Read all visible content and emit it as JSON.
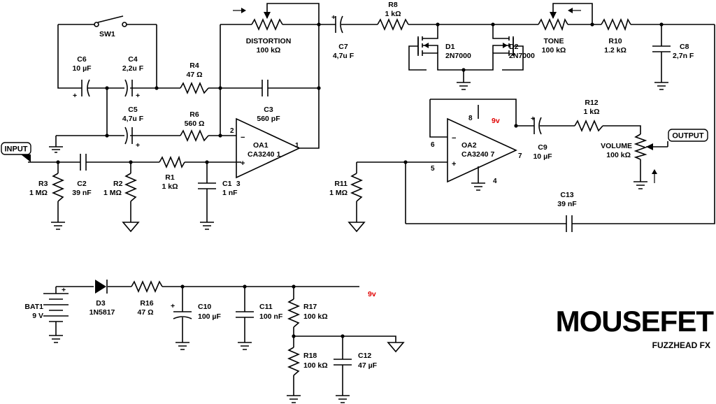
{
  "brand": {
    "title": "MOUSEFET",
    "subtitle": "FUZZHEAD FX"
  },
  "ports": {
    "input": "INPUT",
    "output": "OUTPUT"
  },
  "supply": {
    "label": "9v"
  },
  "components": {
    "sw1": "SW1",
    "c6": {
      "ref": "C6",
      "value": "10 µF"
    },
    "c4": {
      "ref": "C4",
      "value": "2,2u F"
    },
    "c5": {
      "ref": "C5",
      "value": "4,7u F"
    },
    "r4": {
      "ref": "R4",
      "value": "47 Ω"
    },
    "r6": {
      "ref": "R6",
      "value": "560 Ω"
    },
    "c3": {
      "ref": "C3",
      "value": "560 pF"
    },
    "distortion": {
      "ref": "DISTORTION",
      "value": "100 kΩ"
    },
    "oa1": {
      "ref": "OA1",
      "part": "CA3240 1"
    },
    "c7": {
      "ref": "C7",
      "value": "4,7u F"
    },
    "r8": {
      "ref": "R8",
      "value": "1 kΩ"
    },
    "d1": {
      "ref": "D1",
      "part": "2N7000"
    },
    "d2": {
      "ref": "D2",
      "part": "2N7000"
    },
    "tone": {
      "ref": "TONE",
      "value": "100 kΩ"
    },
    "r10": {
      "ref": "R10",
      "value": "1.2 kΩ"
    },
    "c8": {
      "ref": "C8",
      "value": "2,7n F"
    },
    "r3": {
      "ref": "R3",
      "value": "1 MΩ"
    },
    "c2": {
      "ref": "C2",
      "value": "39 nF"
    },
    "r2": {
      "ref": "R2",
      "value": "1 MΩ"
    },
    "r1": {
      "ref": "R1",
      "value": "1 kΩ"
    },
    "c1": {
      "ref": "C1",
      "value": "1 nF"
    },
    "oa2": {
      "ref": "OA2",
      "part": "CA3240 7"
    },
    "c9": {
      "ref": "C9",
      "value": "10 µF"
    },
    "r12": {
      "ref": "R12",
      "value": "1 kΩ"
    },
    "volume": {
      "ref": "VOLUME",
      "value": "100 kΩ"
    },
    "r11": {
      "ref": "R11",
      "value": "1 MΩ"
    },
    "c13": {
      "ref": "C13",
      "value": "39 nF"
    },
    "bat1": {
      "ref": "BAT1",
      "value": "9 V"
    },
    "d3": {
      "ref": "D3",
      "part": "1N5817"
    },
    "r16": {
      "ref": "R16",
      "value": "47 Ω"
    },
    "c10": {
      "ref": "C10",
      "value": "100 µF"
    },
    "c11": {
      "ref": "C11",
      "value": "100 nF"
    },
    "r17": {
      "ref": "R17",
      "value": "100 kΩ"
    },
    "r18": {
      "ref": "R18",
      "value": "100 kΩ"
    },
    "c12": {
      "ref": "C12",
      "value": "47 µF"
    }
  },
  "pins": {
    "oa1_inv": "2",
    "oa1_out": "1",
    "oa1_non": "3",
    "oa2_vcc": "8",
    "oa2_inv": "6",
    "oa2_non": "5",
    "oa2_out": "7",
    "oa2_gnd": "4"
  },
  "polarity": {
    "plus": "+",
    "minus": "−"
  }
}
